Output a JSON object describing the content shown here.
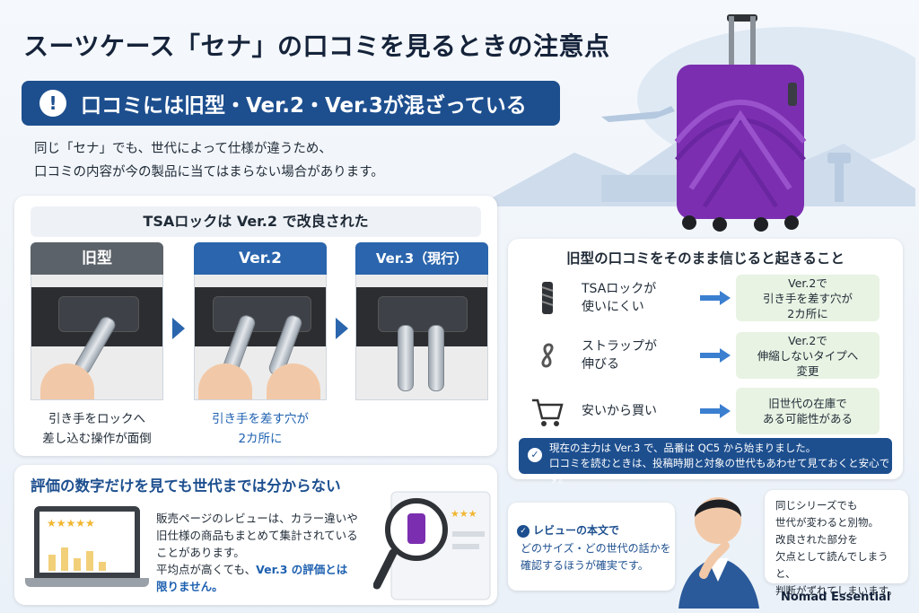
{
  "title": "スーツケース「セナ」の口コミを見るときの注意点",
  "banner": {
    "icon": "exclamation-icon",
    "text": "口コミには旧型・Ver.2・Ver.3が混ざっている"
  },
  "intro": {
    "line1": "同じ「セナ」でも、世代によって仕様が違うため、",
    "line2": "口コミの内容が今の製品に当てはまらない場合があります。"
  },
  "tsa": {
    "heading": "TSAロックは Ver.2 で改良された",
    "columns": [
      {
        "label": "旧型",
        "caption1": "引き手をロックへ",
        "caption2": "差し込む操作が面倒",
        "color": "#5c6269"
      },
      {
        "label": "Ver.2",
        "caption1": "引き手を差す穴が",
        "caption2": "2カ所に",
        "color": "#2a65ad"
      },
      {
        "label": "Ver.3（現行）",
        "caption1": "",
        "caption2": "",
        "color": "#2a65ad"
      }
    ]
  },
  "risk": {
    "heading": "旧型の口コミをそのまま信じると起きること",
    "rows": [
      {
        "icon": "zipper-icon",
        "left1": "TSAロックが",
        "left2": "使いにくい",
        "right1": "Ver.2で",
        "right2": "引き手を差す穴が",
        "right3": "2カ所に"
      },
      {
        "icon": "strap-icon",
        "left1": "ストラップが",
        "left2": "伸びる",
        "right1": "Ver.2で",
        "right2": "伸縮しないタイプへ",
        "right3": "変更"
      },
      {
        "icon": "cart-icon",
        "left1": "安いから買い",
        "left2": "",
        "right1": "旧世代の在庫で",
        "right2": "ある可能性がある",
        "right3": ""
      }
    ],
    "note1": "現在の主力は Ver.3 で、品番は QC5 から始まりました。",
    "note2": "口コミを読むときは、投稿時期と対象の世代もあわせて見ておくと安心です。"
  },
  "eval": {
    "heading": "評価の数字だけを見ても世代までは分からない",
    "p1": "販売ページのレビューは、カラー違いや",
    "p2": "旧仕様の商品もまとめて集計されている",
    "p3": "ことがあります。",
    "p4a": "平均点が高くても、",
    "p4b": "Ver.3 の評価とは",
    "p5": "限りません。"
  },
  "review_tip": {
    "heading": "レビューの本文で",
    "line1": "どのサイズ・どの世代の話かを",
    "line2": "確認するほうが確実です。"
  },
  "speech": {
    "l1": "同じシリーズでも",
    "l2": "世代が変わると別物。",
    "l3": "改良された部分を",
    "l4": "欠点として読んでしまうと、",
    "l5": "判断がずれてしまいます。"
  },
  "brand": "Nomad Essential",
  "colors": {
    "navy": "#1d4f8f",
    "accent_blue": "#2a65ad",
    "green_box": "#e8f3e3",
    "suitcase": "#7b2fb0"
  }
}
